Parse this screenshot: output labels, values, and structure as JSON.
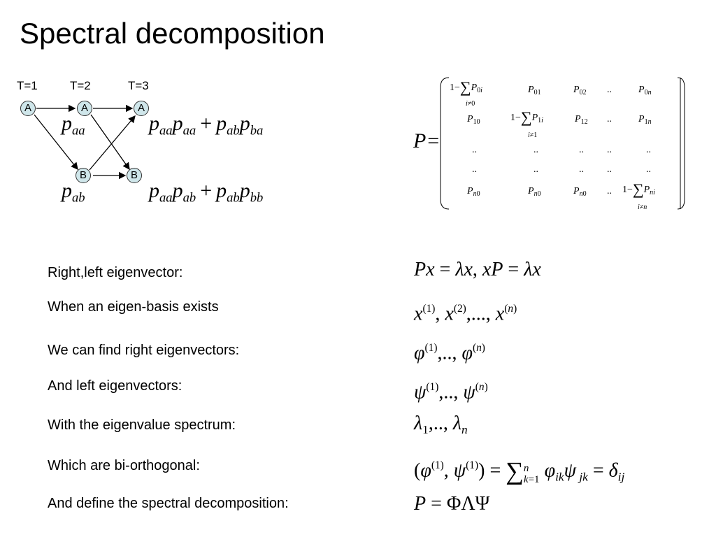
{
  "title": "Spectral decomposition",
  "diagram": {
    "time_labels": [
      "T=1",
      "T=2",
      "T=3"
    ],
    "nodes": {
      "a1": "A",
      "a2": "A",
      "a3": "A",
      "b2": "B",
      "b3": "B"
    },
    "edge_labels": {
      "p_aa": {
        "base": "p",
        "sub": "aa"
      },
      "p_ab": {
        "base": "p",
        "sub": "ab"
      }
    },
    "expressions": {
      "top": [
        "p",
        "aa",
        "p",
        "aa",
        "+",
        "p",
        "ab",
        "p",
        "ba"
      ],
      "bottom": [
        "p",
        "aa",
        "p",
        "ab",
        "+",
        "p",
        "ab",
        "p",
        "bb"
      ]
    },
    "node_fill": "#cfe6ea"
  },
  "matrix": {
    "lhs": "P=",
    "rows": [
      [
        "1−ΣP0i (i≠0)",
        "P01",
        "P02",
        "..",
        "P0n"
      ],
      [
        "P10",
        "1−ΣP1i (i≠1)",
        "P12",
        "..",
        "P1n"
      ],
      [
        "..",
        "..",
        "..",
        "..",
        ".."
      ],
      [
        "..",
        "..",
        "..",
        "..",
        ".."
      ],
      [
        "Pn0",
        "Pn0",
        "Pn0",
        "..",
        "1−ΣPni (i≠n)"
      ]
    ]
  },
  "rows": [
    {
      "label": "Right,left eigenvector:",
      "eq": "Px = λx, xP = λx"
    },
    {
      "label": "When an eigen-basis exists",
      "eq": "x(1), x(2),..., x(n)"
    },
    {
      "label": "We can find right eigenvectors:",
      "eq": "φ(1),.., φ(n)"
    },
    {
      "label": "And left eigenvectors:",
      "eq": "ψ(1),.., ψ(n)"
    },
    {
      "label": "With the eigenvalue spectrum:",
      "eq": "λ1,.., λn"
    },
    {
      "label": "Which are bi-orthogonal:",
      "eq": "(φ(1), ψ(1)) = Σk=1..n φik ψjk = δij"
    },
    {
      "label": "And define the spectral decomposition:",
      "eq": "P = ΦΛΨ"
    }
  ]
}
